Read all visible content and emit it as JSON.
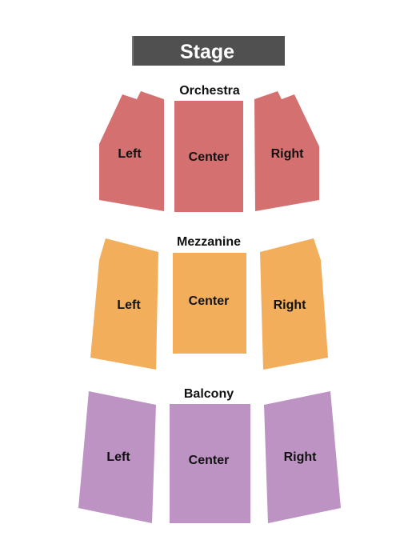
{
  "stage": {
    "label": "Stage",
    "color": "#505050"
  },
  "levels": [
    {
      "label": "Orchestra",
      "color": "#D57070",
      "sections": [
        {
          "label": "Left"
        },
        {
          "label": "Center"
        },
        {
          "label": "Right"
        }
      ]
    },
    {
      "label": "Mezzanine",
      "color": "#F3AE5C",
      "sections": [
        {
          "label": "Left"
        },
        {
          "label": "Center"
        },
        {
          "label": "Right"
        }
      ]
    },
    {
      "label": "Balcony",
      "color": "#BD93C4",
      "sections": [
        {
          "label": "Left"
        },
        {
          "label": "Center"
        },
        {
          "label": "Right"
        }
      ]
    }
  ]
}
